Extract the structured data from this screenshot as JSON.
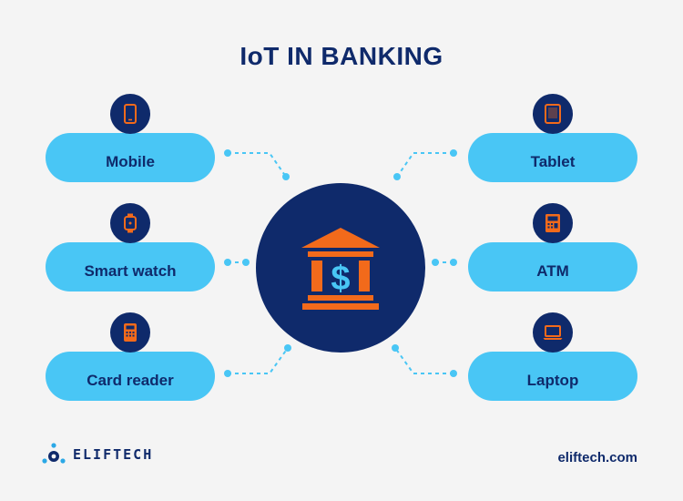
{
  "title": "IoT IN BANKING",
  "center": {
    "icon": "bank-dollar-icon"
  },
  "left_items": [
    {
      "label": "Mobile",
      "icon": "mobile-phone-icon"
    },
    {
      "label": "Smart watch",
      "icon": "smart-watch-icon"
    },
    {
      "label": "Card reader",
      "icon": "card-reader-icon"
    }
  ],
  "right_items": [
    {
      "label": "Tablet",
      "icon": "tablet-icon"
    },
    {
      "label": "ATM",
      "icon": "atm-icon"
    },
    {
      "label": "Laptop",
      "icon": "laptop-icon"
    }
  ],
  "footer": {
    "brand": "ELIFTECH",
    "website": "eliftech.com"
  },
  "colors": {
    "navy": "#0f2a6b",
    "sky": "#49c6f5",
    "orange": "#f26a1b",
    "background": "#f4f4f4"
  }
}
